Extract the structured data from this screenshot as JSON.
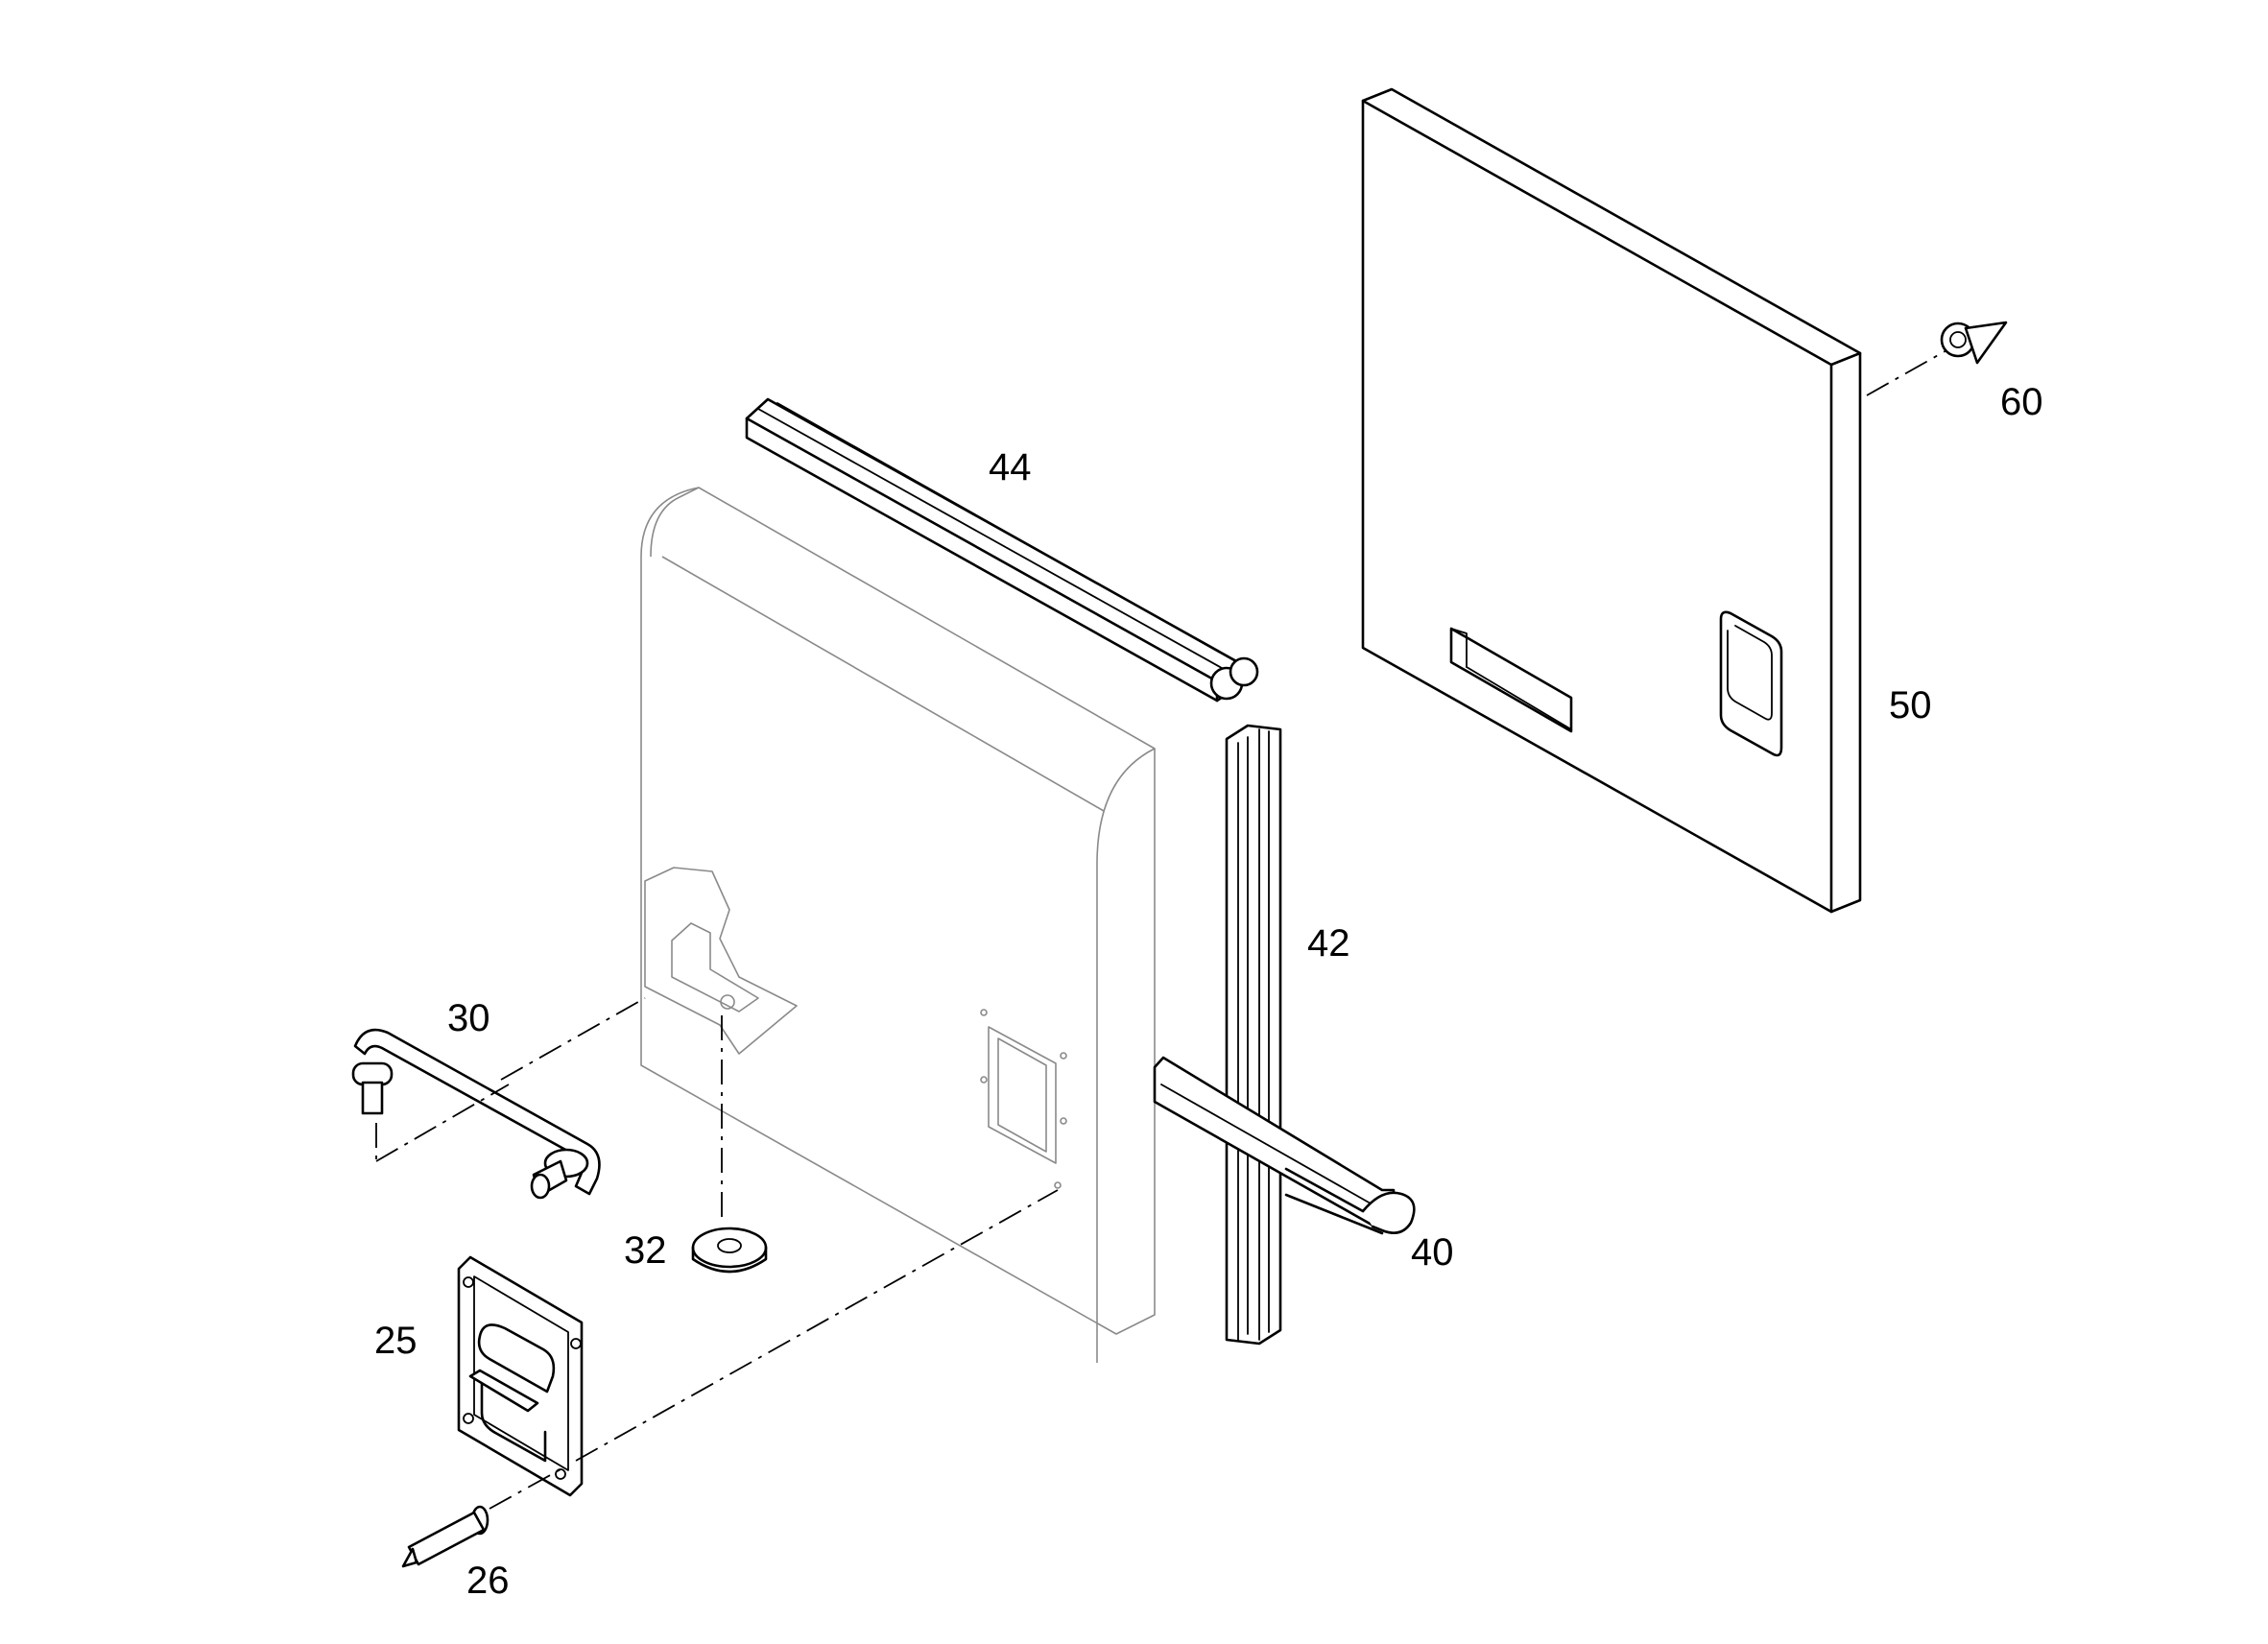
{
  "diagram": {
    "callouts": [
      {
        "id": "c25",
        "label": "25"
      },
      {
        "id": "c26",
        "label": "26"
      },
      {
        "id": "c30",
        "label": "30"
      },
      {
        "id": "c32",
        "label": "32"
      },
      {
        "id": "c40",
        "label": "40"
      },
      {
        "id": "c42",
        "label": "42"
      },
      {
        "id": "c44",
        "label": "44"
      },
      {
        "id": "c50",
        "label": "50"
      },
      {
        "id": "c60",
        "label": "60"
      }
    ],
    "colors": {
      "line": "#000000",
      "hidden_line": "#8a8a8a",
      "background": "#ffffff"
    }
  }
}
